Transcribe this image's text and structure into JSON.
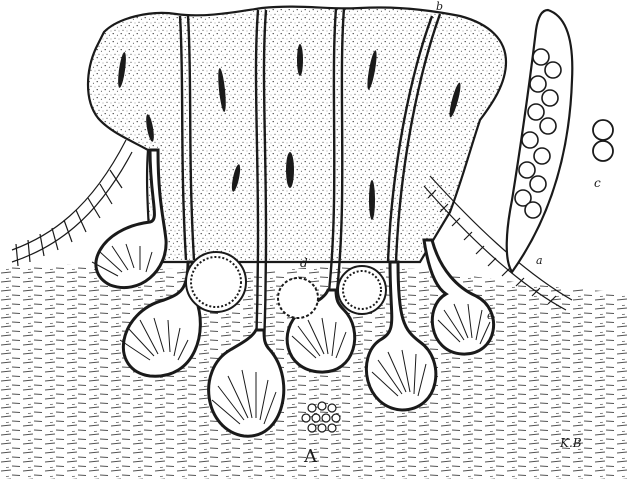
{
  "figure": {
    "colors": {
      "ink": "#1a1a1a",
      "paper": "#ffffff",
      "stipple": "#2a2a2a"
    },
    "labels": {
      "main": "A",
      "ascus": "a",
      "spores": "c",
      "top_mark": "b",
      "ostiole_mark": "d",
      "right_mark": "e",
      "signature": "K.B"
    }
  }
}
